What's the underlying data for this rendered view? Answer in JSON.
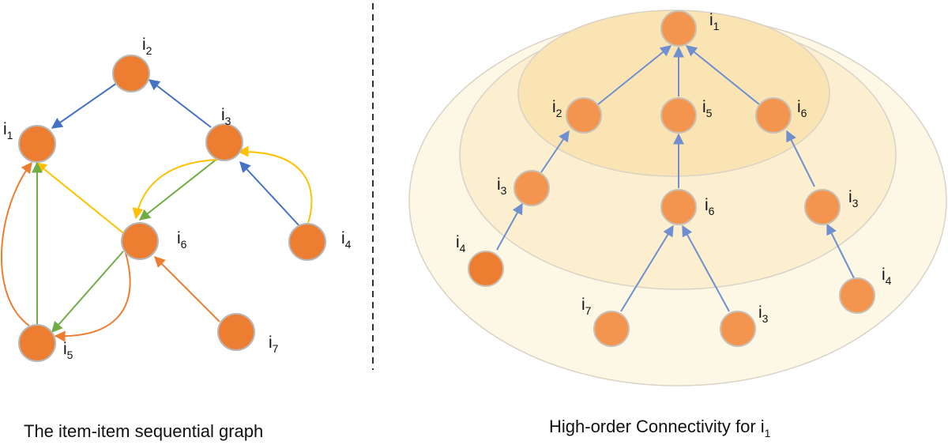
{
  "left_panel": {
    "caption": "The item-item sequential graph",
    "nodes": [
      {
        "id": "i2",
        "base": "i",
        "sub": "2"
      },
      {
        "id": "i1",
        "base": "i",
        "sub": "1"
      },
      {
        "id": "i3",
        "base": "i",
        "sub": "3"
      },
      {
        "id": "i6",
        "base": "i",
        "sub": "6"
      },
      {
        "id": "i4",
        "base": "i",
        "sub": "4"
      },
      {
        "id": "i5",
        "base": "i",
        "sub": "5"
      },
      {
        "id": "i7",
        "base": "i",
        "sub": "7"
      }
    ],
    "edges": [
      {
        "from": "i2",
        "to": "i1",
        "color": "#4472c4"
      },
      {
        "from": "i3",
        "to": "i2",
        "color": "#4472c4"
      },
      {
        "from": "i4",
        "to": "i3",
        "color": "#4472c4"
      },
      {
        "from": "i3",
        "to": "i6",
        "color": "#70ad47"
      },
      {
        "from": "i3",
        "to": "i6",
        "color": "#ffc000"
      },
      {
        "from": "i4",
        "to": "i3",
        "color": "#ffc000"
      },
      {
        "from": "i6",
        "to": "i1",
        "color": "#ffc000"
      },
      {
        "from": "i6",
        "to": "i5",
        "color": "#70ad47"
      },
      {
        "from": "i5",
        "to": "i1",
        "color": "#70ad47"
      },
      {
        "from": "i5",
        "to": "i1",
        "color": "#ed7d31"
      },
      {
        "from": "i6",
        "to": "i5",
        "color": "#ed7d31"
      },
      {
        "from": "i7",
        "to": "i6",
        "color": "#ed7d31"
      }
    ]
  },
  "right_panel": {
    "caption": {
      "text": "High-order Connectivity for i",
      "sub": "1"
    },
    "nodes": [
      {
        "id": "r_i1",
        "base": "i",
        "sub": "1"
      },
      {
        "id": "r_i2",
        "base": "i",
        "sub": "2"
      },
      {
        "id": "r_i5",
        "base": "i",
        "sub": "5"
      },
      {
        "id": "r_i6a",
        "base": "i",
        "sub": "6"
      },
      {
        "id": "r_i3a",
        "base": "i",
        "sub": "3"
      },
      {
        "id": "r_i6b",
        "base": "i",
        "sub": "6"
      },
      {
        "id": "r_i3b",
        "base": "i",
        "sub": "3"
      },
      {
        "id": "r_i4a",
        "base": "i",
        "sub": "4"
      },
      {
        "id": "r_i7",
        "base": "i",
        "sub": "7"
      },
      {
        "id": "r_i3c",
        "base": "i",
        "sub": "3"
      },
      {
        "id": "r_i4b",
        "base": "i",
        "sub": "4"
      }
    ]
  },
  "colors": {
    "node_fill": "#ed7d31",
    "node_fill_light": "#f4954f",
    "node_stroke": "#b7b7b7",
    "edge_blue": "#4472c4",
    "edge_right": "#6f8fd0",
    "divider": "#333333",
    "ring_outer": "#fdf7e6",
    "ring_mid": "#fcefd0",
    "ring_inner": "#fbe4b4"
  }
}
